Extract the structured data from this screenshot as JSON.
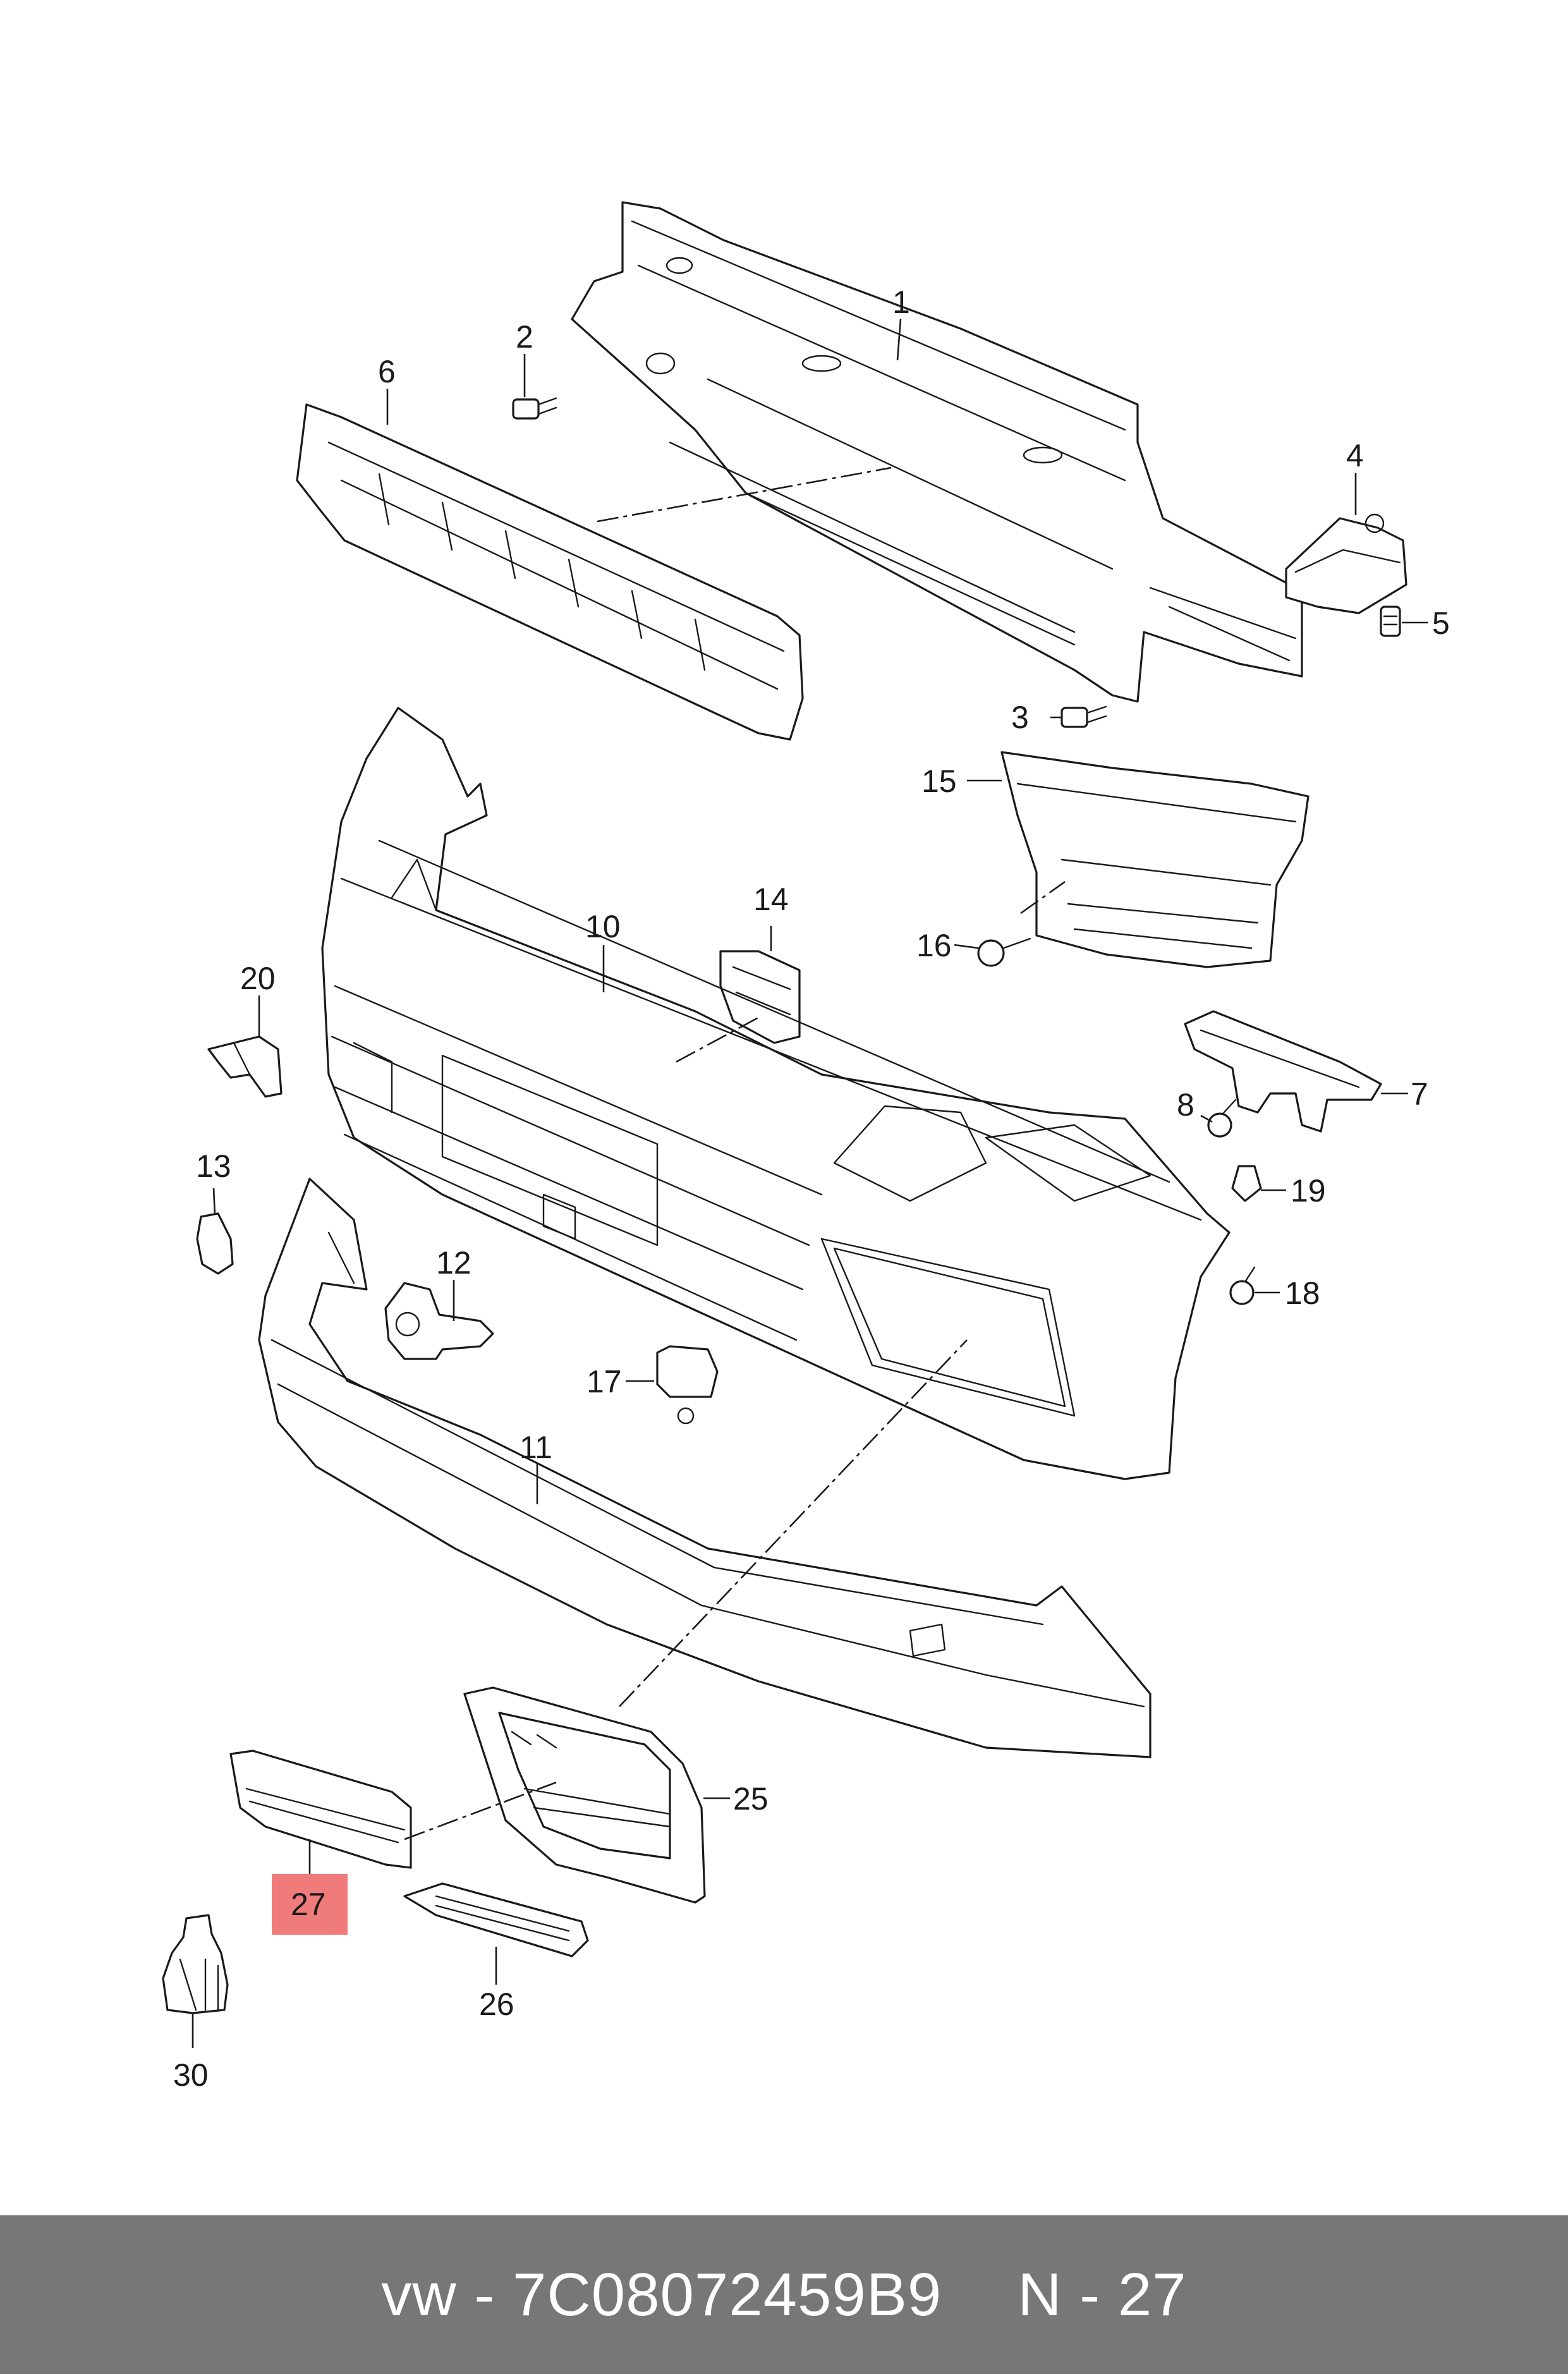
{
  "diagram": {
    "callouts": [
      {
        "id": "1",
        "text": "1"
      },
      {
        "id": "2",
        "text": "2"
      },
      {
        "id": "3",
        "text": "3"
      },
      {
        "id": "4",
        "text": "4"
      },
      {
        "id": "5",
        "text": "5"
      },
      {
        "id": "6",
        "text": "6"
      },
      {
        "id": "7",
        "text": "7"
      },
      {
        "id": "8",
        "text": "8"
      },
      {
        "id": "10",
        "text": "10"
      },
      {
        "id": "11",
        "text": "11"
      },
      {
        "id": "12",
        "text": "12"
      },
      {
        "id": "13",
        "text": "13"
      },
      {
        "id": "14",
        "text": "14"
      },
      {
        "id": "15",
        "text": "15"
      },
      {
        "id": "16",
        "text": "16"
      },
      {
        "id": "17",
        "text": "17"
      },
      {
        "id": "18",
        "text": "18"
      },
      {
        "id": "19",
        "text": "19"
      },
      {
        "id": "20",
        "text": "20"
      },
      {
        "id": "25",
        "text": "25"
      },
      {
        "id": "26",
        "text": "26"
      },
      {
        "id": "27",
        "text": "27"
      },
      {
        "id": "30",
        "text": "30"
      }
    ],
    "highlight": {
      "part": "27",
      "color": "#ef7b7b"
    }
  },
  "footer": {
    "brand": "vw",
    "separator": "-",
    "part_number": "7C08072459B9",
    "group": "N - 27",
    "background": "#777777",
    "text_color": "#ffffff"
  }
}
